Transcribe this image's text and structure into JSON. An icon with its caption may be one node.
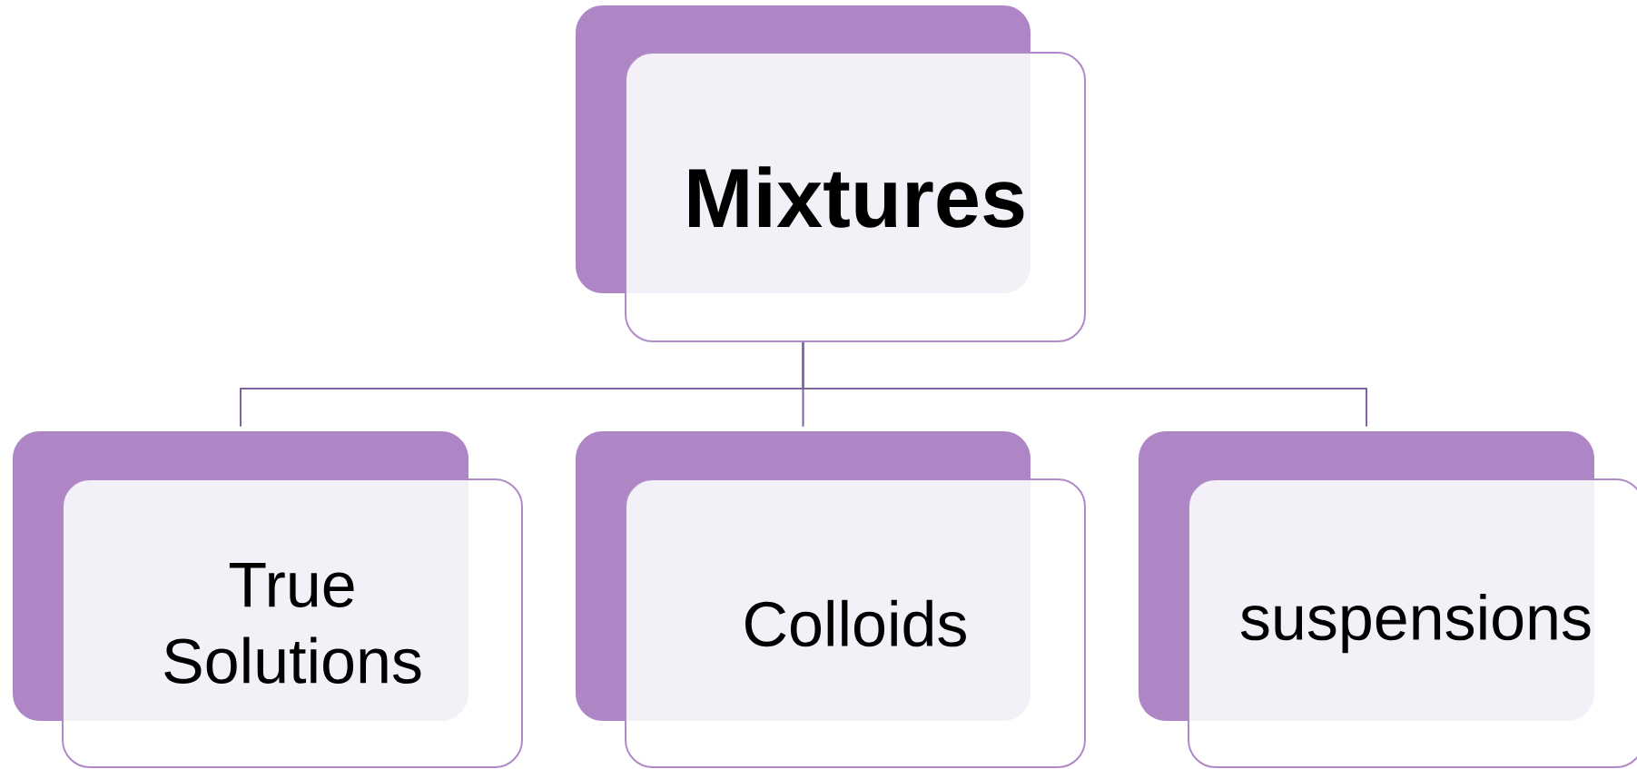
{
  "diagram": {
    "nodes": [
      {
        "text": [
          "Mixtures"
        ]
      },
      {
        "text": [
          "True Solutions"
        ]
      },
      {
        "text": [
          "Colloids"
        ]
      },
      {
        "text": [
          "suspensions"
        ]
      }
    ],
    "edges": [
      {
        "from": 0,
        "to": 1,
        "arrow": "none"
      },
      {
        "from": 0,
        "to": 2,
        "arrow": "none"
      },
      {
        "from": 0,
        "to": 3,
        "arrow": "none"
      }
    ]
  }
}
